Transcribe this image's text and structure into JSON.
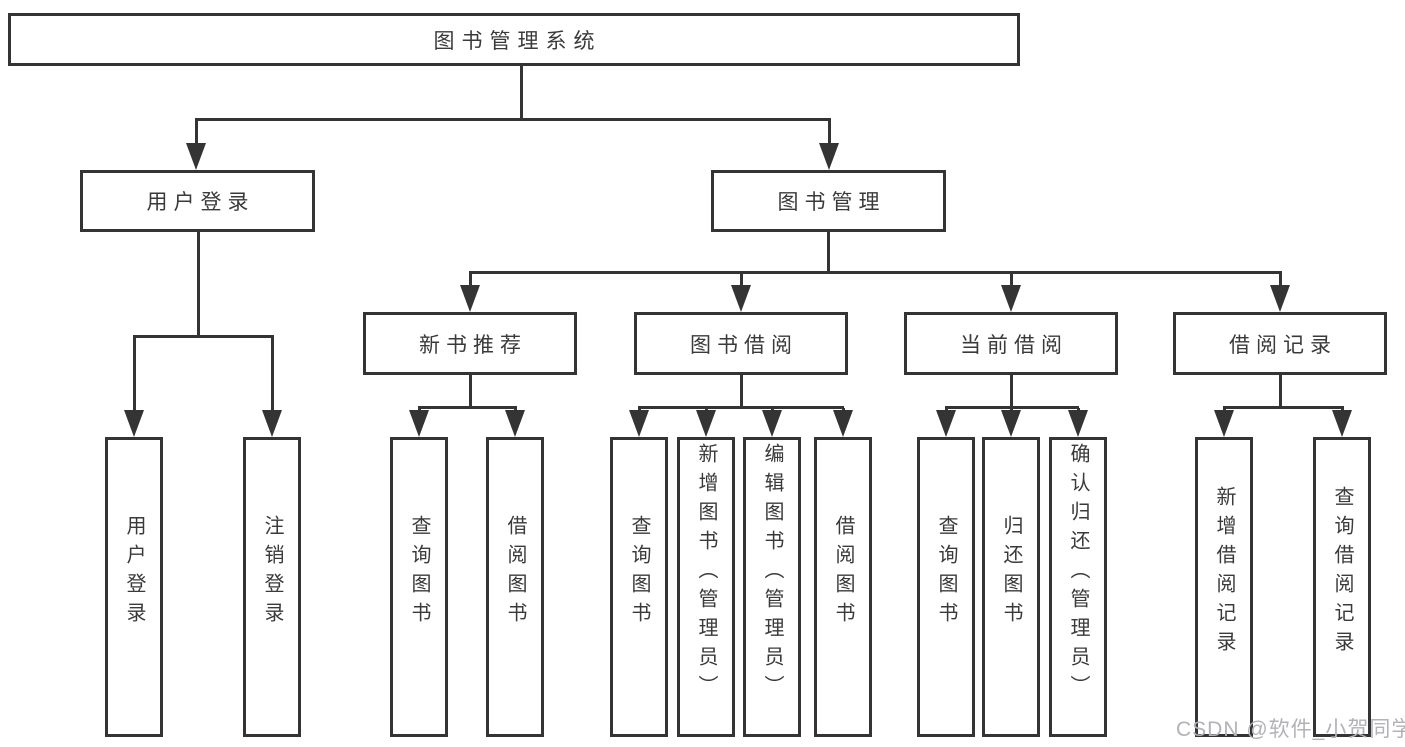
{
  "diagram_title": "图书管理系统",
  "colors": {
    "line": "#343434",
    "text": "#3a3a3a",
    "background": "#ffffff",
    "watermark": "#b2b2b8"
  },
  "watermark": {
    "text": "CSDN @软件_小贺同学"
  },
  "tree": {
    "root": {
      "label": "图书管理系统"
    },
    "branches": [
      {
        "label": "用户登录",
        "leaves": [
          {
            "label": "用户登录"
          },
          {
            "label": "注销登录"
          }
        ]
      },
      {
        "label": "图书管理",
        "sections": [
          {
            "label": "新书推荐",
            "leaves": [
              {
                "label": "查询图书"
              },
              {
                "label": "借阅图书"
              }
            ]
          },
          {
            "label": "图书借阅",
            "leaves": [
              {
                "label": "查询图书"
              },
              {
                "label": "新增图书（管理员）"
              },
              {
                "label": "编辑图书（管理员）"
              },
              {
                "label": "借阅图书"
              }
            ]
          },
          {
            "label": "当前借阅",
            "leaves": [
              {
                "label": "查询图书"
              },
              {
                "label": "归还图书"
              },
              {
                "label": "确认归还（管理员）"
              }
            ]
          },
          {
            "label": "借阅记录",
            "leaves": [
              {
                "label": "新增借阅记录"
              },
              {
                "label": "查询借阅记录"
              }
            ]
          }
        ]
      }
    ]
  }
}
